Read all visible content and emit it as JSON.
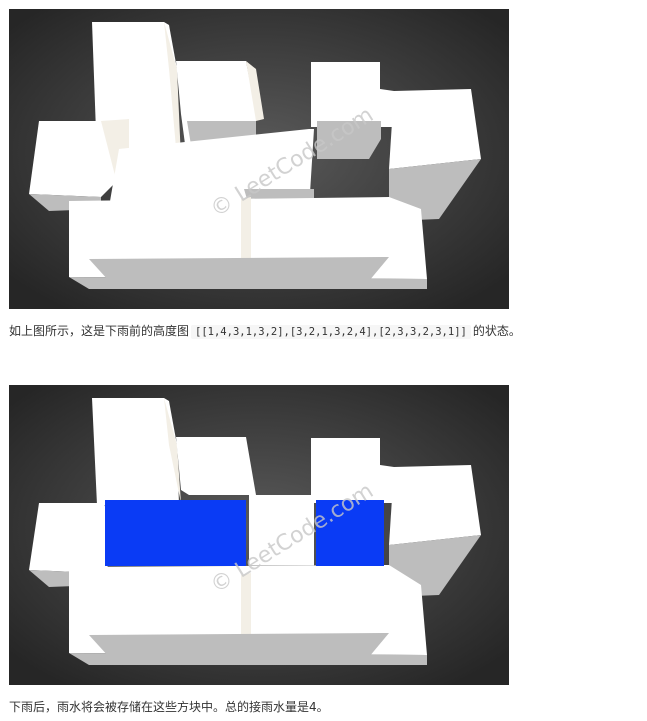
{
  "captions": {
    "before_prefix": "如上图所示，这是下雨前的高度图",
    "before_code": "[[1,4,3,1,3,2],[3,2,1,3,2,4],[2,3,3,2,3,1]]",
    "before_suffix": "的状态。",
    "after_text": "下雨后，雨水将会被存储在这些方块中。总的接雨水量是4。"
  },
  "watermark": "© LeetCode.com",
  "colors": {
    "background_dark": "#2c2c2c",
    "background_light": "#555555",
    "block_top": "#ffffff",
    "block_side": "#bdbdbd",
    "block_back": "#f3efe6",
    "water": "#0a3bf5",
    "text": "#333333",
    "code_bg": "#f6f6f6"
  }
}
